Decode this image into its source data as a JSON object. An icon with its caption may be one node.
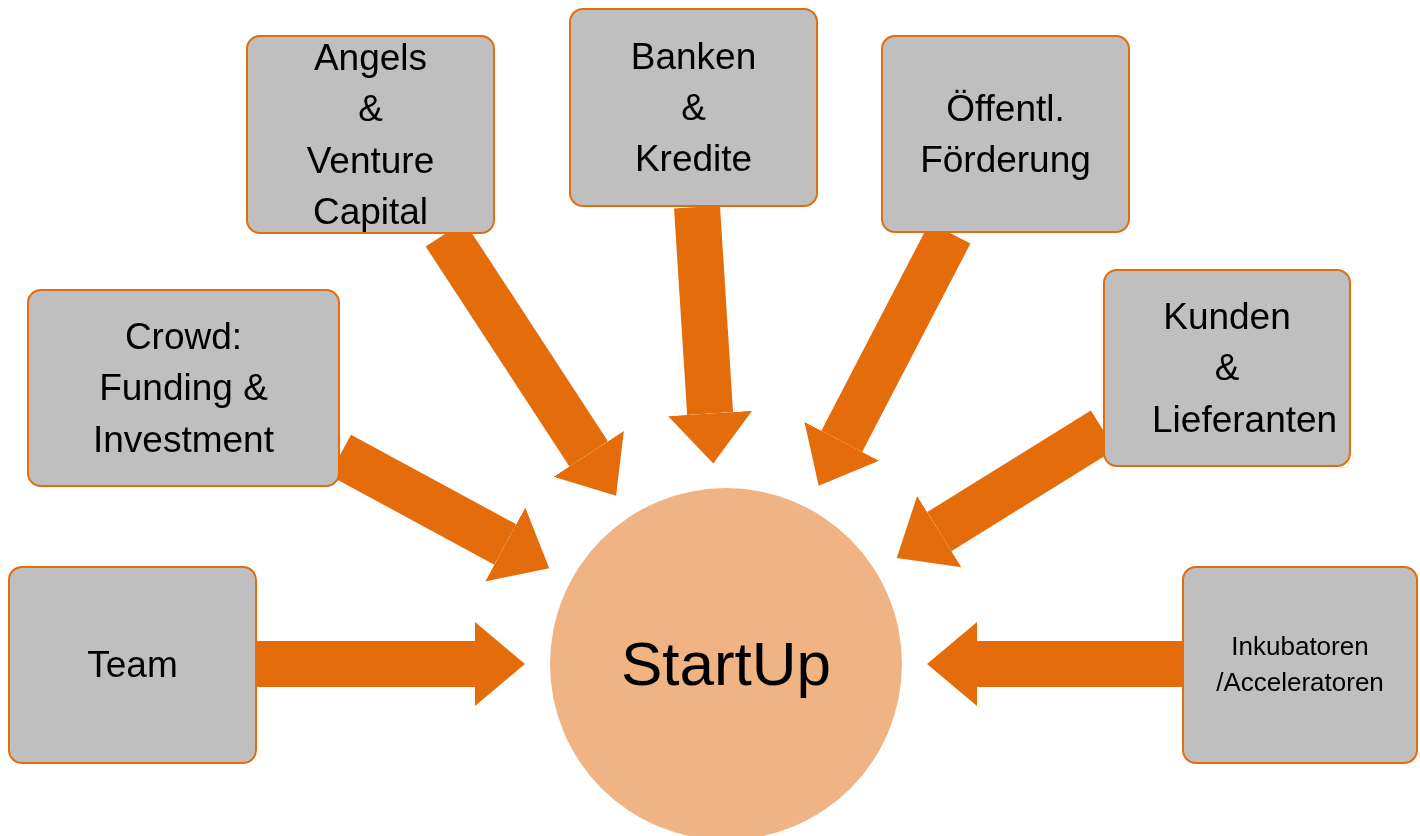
{
  "diagram": {
    "nodes": [
      {
        "text": [
          "Angels & Venture Capital"
        ]
      },
      {
        "text": [
          "Banken & Kredite"
        ]
      },
      {
        "text": [
          "Öffentl. Förderung"
        ]
      },
      {
        "text": [
          "Crowd: Funding & Investment"
        ]
      },
      {
        "text": [
          "Kunden & Lieferanten"
        ]
      },
      {
        "text": [
          "Team"
        ]
      },
      {
        "text": [
          "StartUp"
        ]
      },
      {
        "text": [
          "Inkubatoren /Acceleratoren"
        ]
      }
    ],
    "edges": [
      {
        "from": 0,
        "to": 6,
        "arrow": "to"
      },
      {
        "from": 1,
        "to": 6,
        "arrow": "to"
      },
      {
        "from": 2,
        "to": 6,
        "arrow": "to"
      },
      {
        "from": 3,
        "to": 6,
        "arrow": "to"
      },
      {
        "from": 4,
        "to": 6,
        "arrow": "to"
      },
      {
        "from": 5,
        "to": 6,
        "arrow": "to"
      },
      {
        "from": 7,
        "to": 6,
        "arrow": "to"
      }
    ]
  }
}
